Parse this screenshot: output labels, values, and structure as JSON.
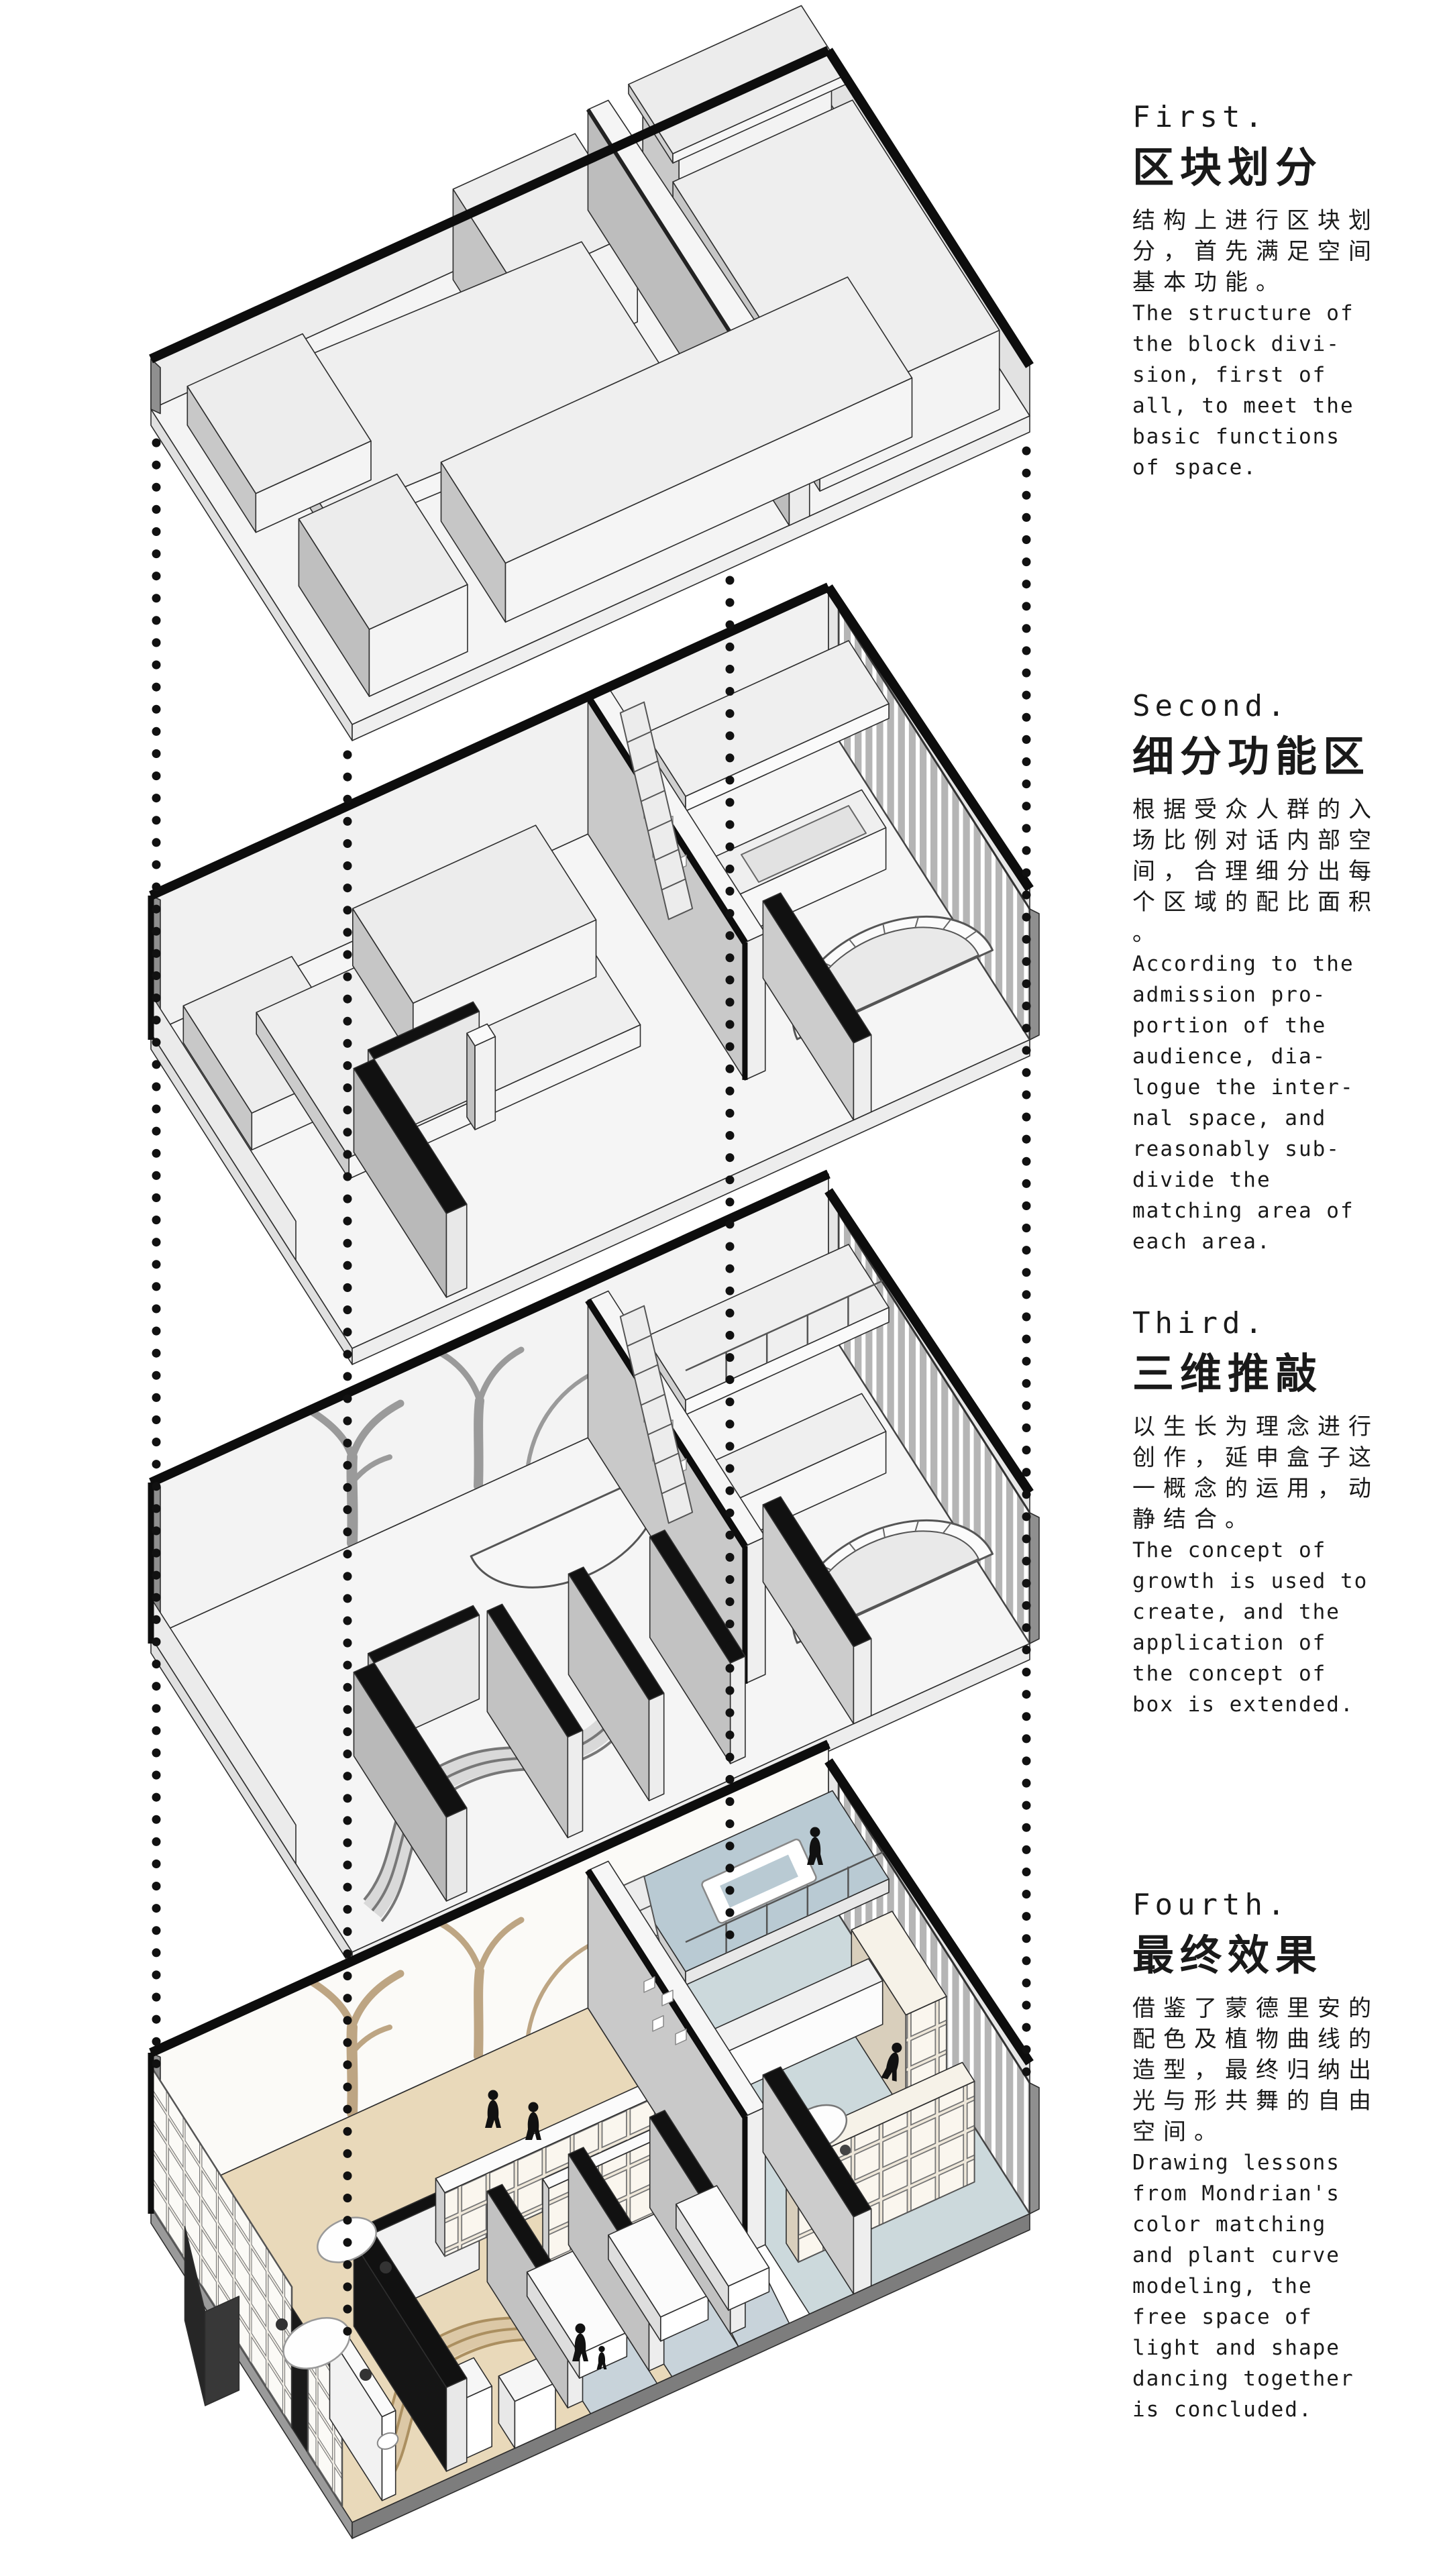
{
  "page": {
    "background": "#ffffff"
  },
  "sections": [
    {
      "label": "First.",
      "title_zh": "区块划分",
      "body_zh": "结构上进行区块划\n分，首先满足空间\n基本功能。",
      "body_en": "The structure of\nthe block divi-\nsion, first of\nall, to meet the\nbasic functions\nof space."
    },
    {
      "label": "Second.",
      "title_zh": "细分功能区",
      "body_zh": "根据受众人群的入\n场比例对话内部空\n间，合理细分出每\n个区域的配比面积\n。",
      "body_en": "According to the\nadmission pro-\nportion of the\naudience, dia-\nlogue the inter-\nnal space, and\nreasonably sub-\ndivide the\nmatching area of\neach area."
    },
    {
      "label": "Third.",
      "title_zh": "三维推敲",
      "body_zh": "以生长为理念进行\n创作，延申盒子这\n一概念的运用，动\n静结合。",
      "body_en": "The concept of\ngrowth is used to\ncreate, and the\napplication of\nthe concept of\nbox is extended."
    },
    {
      "label": "Fourth.",
      "title_zh": "最终效果",
      "body_zh": "借鉴了蒙德里安的\n配色及植物曲线的\n造型，最终归纳出\n光与形共舞的自由\n空间。",
      "body_en": "Drawing lessons\nfrom Mondrian's\ncolor matching\nand plant curve\nmodeling, the\nfree space of\nlight and shape\ndancing together\nis concluded."
    }
  ],
  "palette": {
    "ink": "#111111",
    "wall_gray": "#c4c4c4",
    "floor_white": "#f4f4f4",
    "wood_tan": "#e9d9ba",
    "blue_gray": "#ccd9dc",
    "mezz_blue": "#b9cad3"
  }
}
